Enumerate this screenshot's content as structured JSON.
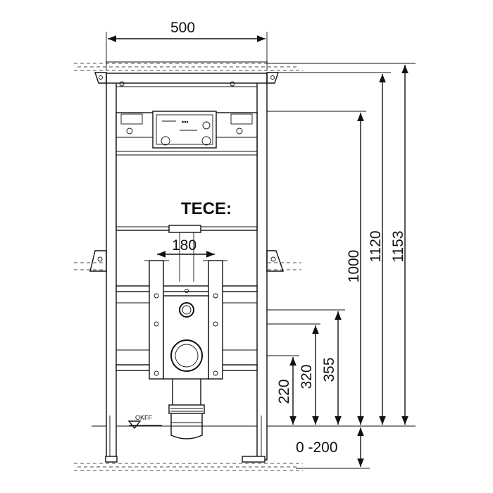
{
  "drawing": {
    "brand": "TECE:",
    "floor_marker": "OKFF",
    "dimensions": {
      "width": "500",
      "bracket_spacing": "180",
      "height_1000": "1000",
      "height_1120": "1120",
      "height_1153": "1153",
      "height_220": "220",
      "height_320": "320",
      "height_355": "355",
      "floor_range": "0 -200"
    }
  }
}
